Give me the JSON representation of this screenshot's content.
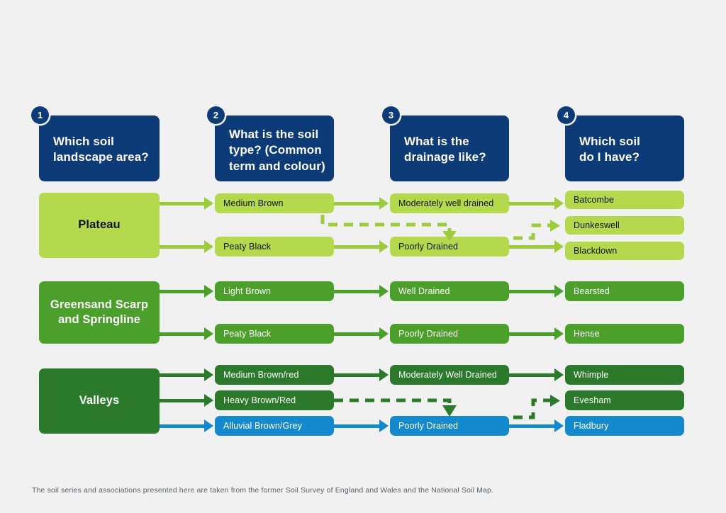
{
  "colors": {
    "background": "#f1f1f1",
    "header_navy": "#0d3b78",
    "tier_lime": "#b5d94c",
    "tier_green": "#4ba02c",
    "tier_dark_green": "#2b7a2b",
    "tier_blue": "#1489ce",
    "arrow_lime": "#9ccb3b",
    "footer_text": "#5b5f63"
  },
  "headers": [
    {
      "number": "1",
      "line1": "Which soil",
      "line2": "landscape area?",
      "line3": ""
    },
    {
      "number": "2",
      "line1": "What is the soil",
      "line2": "type? (Common",
      "line3": "term and colour)"
    },
    {
      "number": "3",
      "line1": "What is the",
      "line2": "drainage like?",
      "line3": ""
    },
    {
      "number": "4",
      "line1": "Which soil",
      "line2": "do I have?",
      "line3": ""
    }
  ],
  "groups": [
    {
      "id": "plateau",
      "label_line1": "Plateau",
      "label_line2": "",
      "tier": "lime",
      "soil_types": [
        "Medium Brown",
        "Peaty Black"
      ],
      "drainage": [
        "Moderately well drained",
        "Poorly Drained"
      ],
      "soils": [
        "Batcombe",
        "Dunkeswell",
        "Blackdown"
      ]
    },
    {
      "id": "greensand",
      "label_line1": "Greensand Scarp",
      "label_line2": "and Springline",
      "tier": "green",
      "soil_types": [
        "Light Brown",
        "Peaty Black"
      ],
      "drainage": [
        "Well Drained",
        "Poorly Drained"
      ],
      "soils": [
        "Bearsted",
        "Hense"
      ]
    },
    {
      "id": "valleys",
      "label_line1": "Valleys",
      "label_line2": "",
      "tier": "dark",
      "soil_types": [
        "Medium Brown/red",
        "Heavy Brown/Red",
        "Alluvial Brown/Grey"
      ],
      "drainage": [
        "Moderately Well Drained",
        "Poorly Drained"
      ],
      "soils": [
        "Whimple",
        "Evesham",
        "Fladbury"
      ]
    }
  ],
  "footer": {
    "note": "The soil series and associations presented here are taken from the former Soil Survey of England and Wales and the National Soil Map."
  }
}
